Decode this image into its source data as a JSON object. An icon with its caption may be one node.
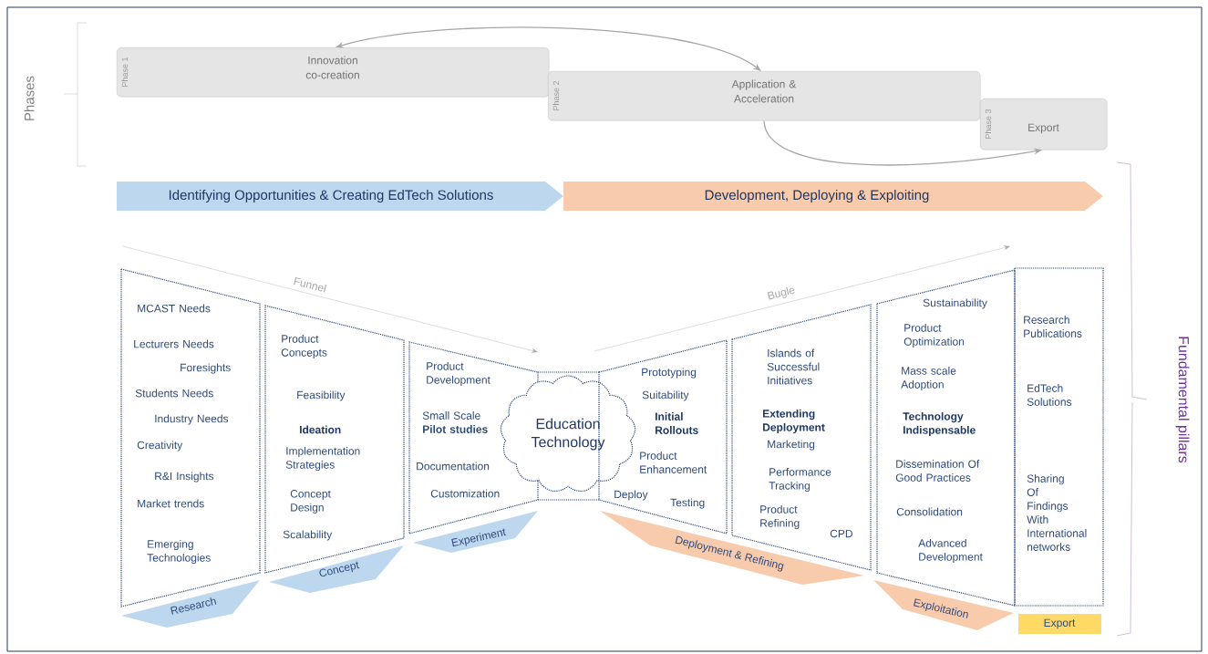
{
  "diagram": {
    "nodes": [
      {
        "text": [
          "Phase 1",
          "Innovation co-creation"
        ]
      },
      {
        "text": [
          "Phase 2",
          "Application & Acceleration"
        ]
      },
      {
        "text": [
          "Phase 3",
          "Export"
        ]
      },
      {
        "text": [
          "Identifying Opportunities & Creating EdTech Solutions"
        ]
      },
      {
        "text": [
          "Development, Deploying & Exploiting"
        ]
      },
      {
        "text": [
          "MCAST Needs",
          "Lecturers Needs",
          "Foresights",
          "Students Needs",
          "Industry Needs",
          "Creativity",
          "R&I Insights",
          "Market trends",
          "Emerging Technologies"
        ]
      },
      {
        "text": [
          "Research"
        ]
      },
      {
        "text": [
          "Product Concepts",
          "Feasibility",
          "Ideation",
          "Implementation Strategies",
          "Concept Design",
          "Scalability"
        ]
      },
      {
        "text": [
          "Concept"
        ]
      },
      {
        "text": [
          "Product Development",
          "Small Scale **Pilot studies**",
          "Documentation",
          "Customization"
        ]
      },
      {
        "text": [
          "Experiment"
        ]
      },
      {
        "text": [
          "Education Technology"
        ]
      },
      {
        "text": [
          "Prototyping",
          "Suitability",
          "Initial Rollouts",
          "Product Enhancement",
          "Deploy",
          "Testing"
        ]
      },
      {
        "text": [
          "Islands of Successful Initiatives",
          "Extending Deployment",
          "Marketing",
          "Performance Tracking",
          "Product Refining",
          "CPD"
        ]
      },
      {
        "text": [
          "Deployment & Refining"
        ]
      },
      {
        "text": [
          "Sustainability",
          "Product Optimization",
          "Mass scale Adoption",
          "Technology Indispensable",
          "Dissemination Of Good Practices",
          "Consolidation",
          "Advanced Development"
        ]
      },
      {
        "text": [
          "Exploitation"
        ]
      },
      {
        "text": [
          "Research Publications",
          "EdTech Solutions",
          "Sharing Of Findings With International networks"
        ]
      },
      {
        "text": [
          "Export"
        ]
      }
    ],
    "edges": [
      {
        "from": 0,
        "to": 1,
        "arrow": "both"
      },
      {
        "from": 1,
        "to": 2,
        "arrow": "to"
      }
    ],
    "labels": [
      "Phases",
      "Funnel",
      "Bugle",
      "Fundamental pillars"
    ]
  }
}
